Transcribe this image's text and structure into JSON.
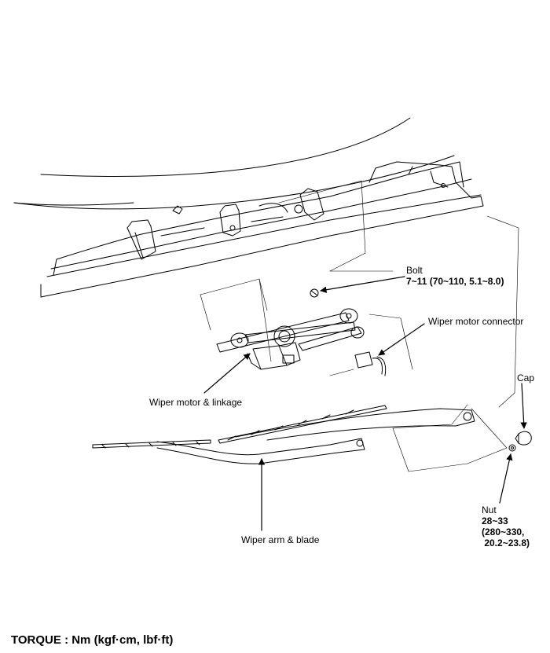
{
  "labels": {
    "bolt": {
      "name": "Bolt",
      "spec": "7~11 (70~110, 5.1~8.0)"
    },
    "wiper_motor_connector": "Wiper motor connector",
    "wiper_motor_linkage": "Wiper motor & linkage",
    "cap": "Cap",
    "nut": {
      "name": "Nut",
      "spec_line1": "28~33",
      "spec_line2": "(280~330,",
      "spec_line3": " 20.2~23.8)"
    },
    "wiper_arm_blade": "Wiper arm & blade"
  },
  "footer": {
    "torque_units": "TORQUE : Nm (kgf·cm, lbf·ft)"
  }
}
